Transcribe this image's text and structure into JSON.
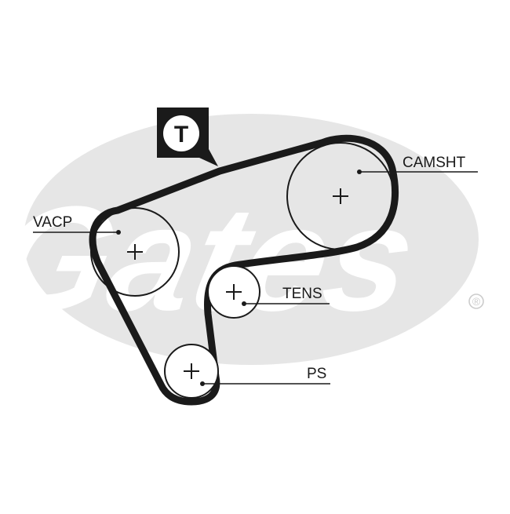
{
  "diagram": {
    "brand_watermark": {
      "text": "Gates",
      "registered_mark": "®",
      "color": "#e6e6e6"
    },
    "tensioner_badge": {
      "text": "T"
    },
    "belt_color": "#1a1a1a",
    "pulleys": [
      {
        "id": "camshaft",
        "label": "CAMSHT"
      },
      {
        "id": "vacuum-pump",
        "label": "VACP"
      },
      {
        "id": "tensioner",
        "label": "TENS"
      },
      {
        "id": "power-steering",
        "label": "PS"
      }
    ]
  }
}
